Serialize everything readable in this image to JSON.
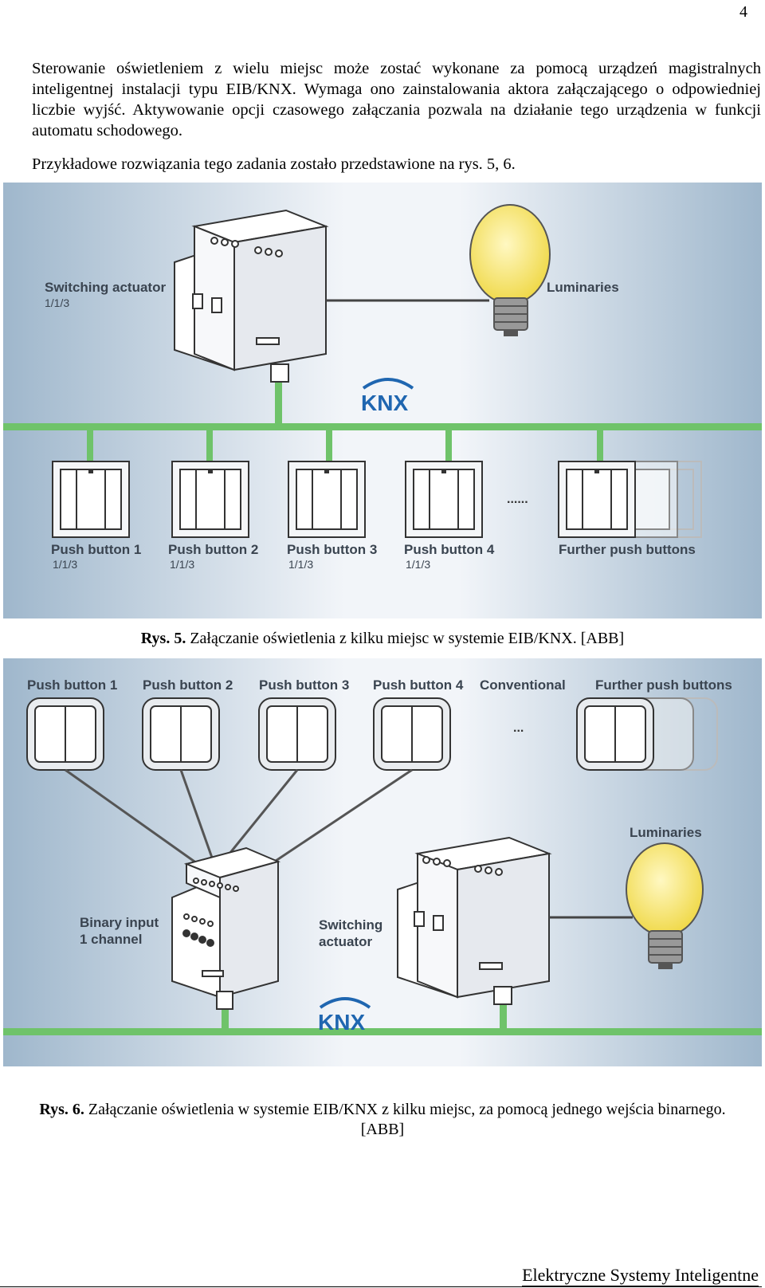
{
  "page_number": "4",
  "paragraphs": {
    "first": "Sterowanie oświetleniem z wielu miejsc może zostać wykonane za pomocą urządzeń magistralnych inteligentnej instalacji typu EIB/KNX. Wymaga ono zainstalowania aktora załączającego o odpowiedniej liczbie wyjść. Aktywowanie opcji czasowego załączania pozwala na działanie tego urządzenia w funkcji automatu schodowego.",
    "second": "Przykładowe rozwiązania tego zadania zostało przedstawione na rys. 5, 6."
  },
  "figure5": {
    "actuator_label": "Switching actuator",
    "actuator_address": "1/1/3",
    "luminaries_label": "Luminaries",
    "knx_logo": "KNX",
    "buttons": [
      {
        "label": "Push button 1",
        "address": "1/1/3"
      },
      {
        "label": "Push button 2",
        "address": "1/1/3"
      },
      {
        "label": "Push button 3",
        "address": "1/1/3"
      },
      {
        "label": "Push button 4",
        "address": "1/1/3"
      }
    ],
    "ellipsis": "......",
    "further_label": "Further push buttons",
    "caption_prefix": "Rys. 5.",
    "caption_text": "Załączanie oświetlenia z kilku miejsc w systemie EIB/KNX. [ABB]"
  },
  "figure6": {
    "buttons": [
      "Push button 1",
      "Push button 2",
      "Push button 3",
      "Push button 4"
    ],
    "conventional_label": "Conventional",
    "conventional_ellipsis": "...",
    "further_label": "Further push buttons",
    "binary_input_line1": "Binary input",
    "binary_input_line2": "1 channel",
    "actuator_line1": "Switching",
    "actuator_line2": "actuator",
    "luminaries_label": "Luminaries",
    "knx_logo": "KNX",
    "caption_prefix": "Rys. 6.",
    "caption_text_line1": "Załączanie oświetlenia w systemie EIB/KNX z kilku miejsc, za pomocą jednego wejścia binarnego.",
    "caption_text_line2": "[ABB]"
  },
  "footer_title": "Elektryczne Systemy Inteligentne",
  "colors": {
    "bus_green": "#6fc36a",
    "bg_light": "#f2f5f9",
    "bg_blue": "#9fb7cc",
    "knx_blue": "#1f66b0",
    "bulb_yellow": "#f5e36a",
    "label_gray": "#3a4450"
  }
}
